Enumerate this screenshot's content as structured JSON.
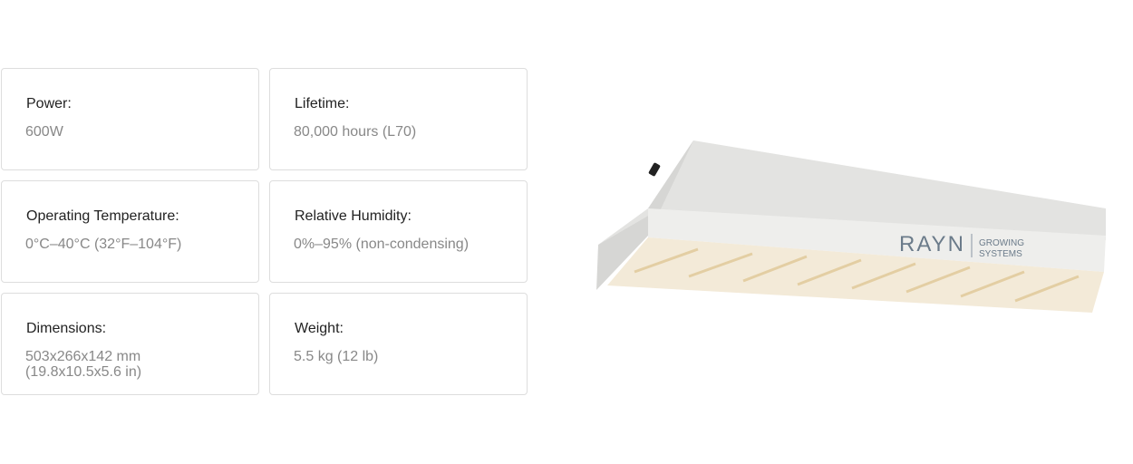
{
  "specs": [
    {
      "label": "Power:",
      "value": "600W"
    },
    {
      "label": "Lifetime:",
      "value": "80,000 hours (L70)"
    },
    {
      "label": "Operating Temperature:",
      "value": "0°C–40°C (32°F–104°F)"
    },
    {
      "label": "Relative Humidity:",
      "value": "0%–95% (non-condensing)"
    },
    {
      "label": "Dimensions:",
      "value": "503x266x142 mm",
      "value2": "(19.8x10.5x5.6 in)"
    },
    {
      "label": "Weight:",
      "value": "5.5 kg (12 lb)"
    }
  ],
  "product": {
    "brand": "RAYN",
    "brand_sub1": "GROWING",
    "brand_sub2": "SYSTEMS",
    "accent": "#f0a020"
  }
}
